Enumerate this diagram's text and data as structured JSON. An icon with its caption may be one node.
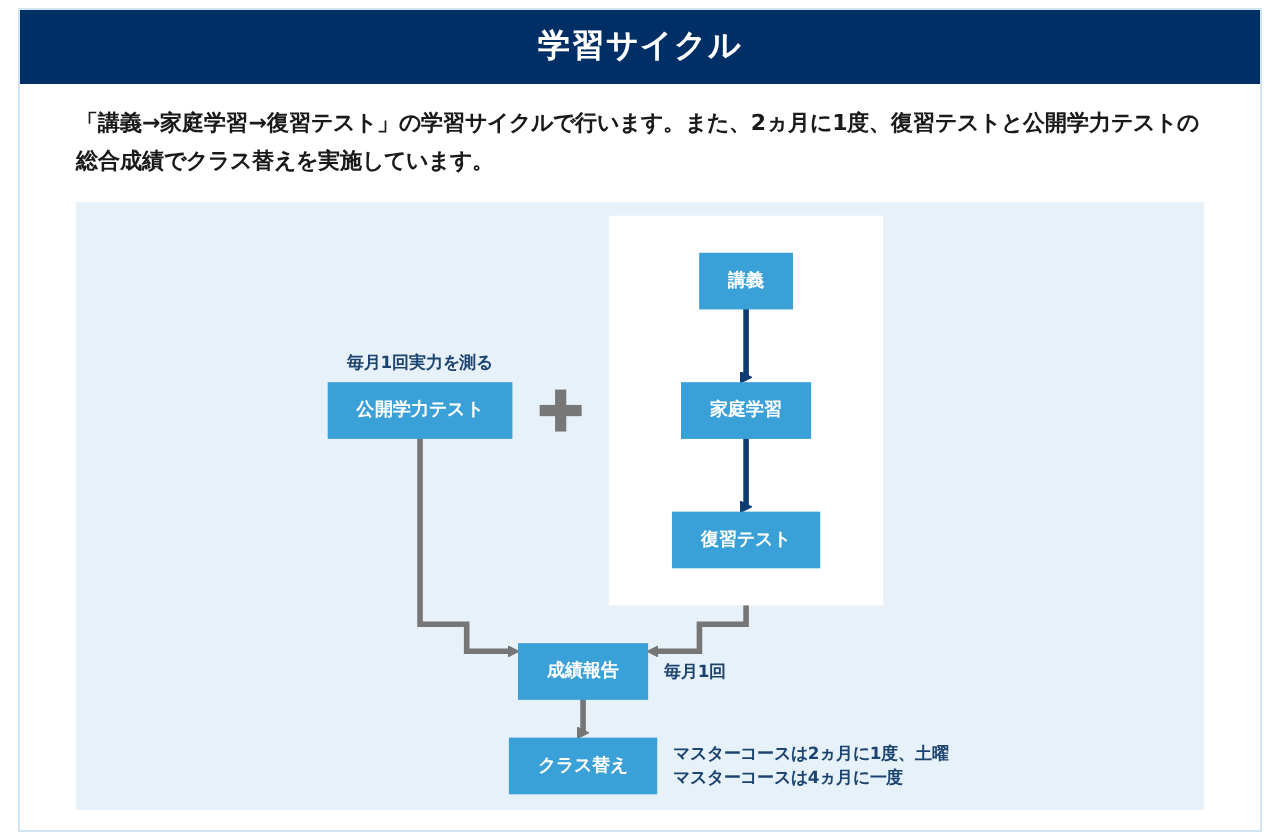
{
  "diagram": {
    "title": "学習サイクル",
    "nodes": [
      {
        "text": [],
        "shape": "box"
      },
      {
        "text": [
          "講義"
        ],
        "in": 0
      },
      {
        "text": [
          "家庭学習"
        ],
        "in": 0
      },
      {
        "text": [
          "復習テスト"
        ],
        "in": 0
      },
      {
        "text": [
          "公開学力テスト"
        ],
        "beside": [
          "毎月1回実力を測る"
        ]
      },
      {
        "text": [
          "成績報告"
        ],
        "beside": [
          "毎月1回"
        ]
      },
      {
        "text": [
          "クラス替え"
        ],
        "beside": [
          "マスターコースは2ヵ月に1度、土曜マスターコースは4ヵ月に一度"
        ]
      }
    ],
    "edges": [
      {
        "from": 1,
        "to": 2,
        "arrow": "to",
        "color": "#0d3b72"
      },
      {
        "from": 2,
        "to": 3,
        "arrow": "to",
        "color": "#0d3b72"
      },
      {
        "from": 0,
        "to": 5,
        "arrow": "to"
      },
      {
        "from": 4,
        "to": 5,
        "arrow": "to"
      },
      {
        "from": 5,
        "to": 6,
        "arrow": "to"
      }
    ],
    "labels": [
      "「講義→家庭学習→復習テスト」の学習サイクルで行います。また、2ヵ月に1度、復習テストと公開学力テストの総合成績でクラス替えを実施しています。"
    ]
  }
}
